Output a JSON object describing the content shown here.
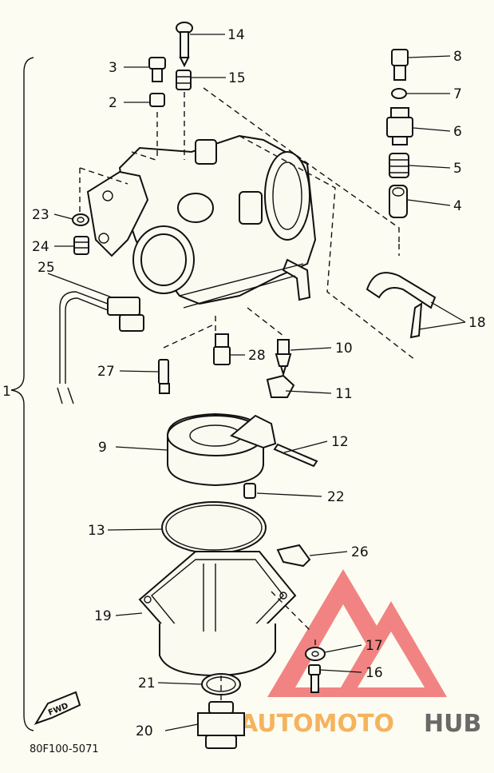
{
  "diagram": {
    "part_numbers": [
      "1",
      "2",
      "3",
      "4",
      "5",
      "6",
      "7",
      "8",
      "9",
      "10",
      "11",
      "12",
      "13",
      "14",
      "15",
      "16",
      "17",
      "18",
      "19",
      "20",
      "21",
      "22",
      "23",
      "24",
      "25",
      "26",
      "27",
      "28"
    ],
    "drawing_code": "80F100-5071",
    "fwd_label": "FWD"
  },
  "watermark": {
    "brand_part1": "AUTOMOTO",
    "brand_part2": "HUB",
    "color_triangle": "#e8232a",
    "color_part1": "#f2a23a",
    "color_part2": "#5a5a5a"
  }
}
